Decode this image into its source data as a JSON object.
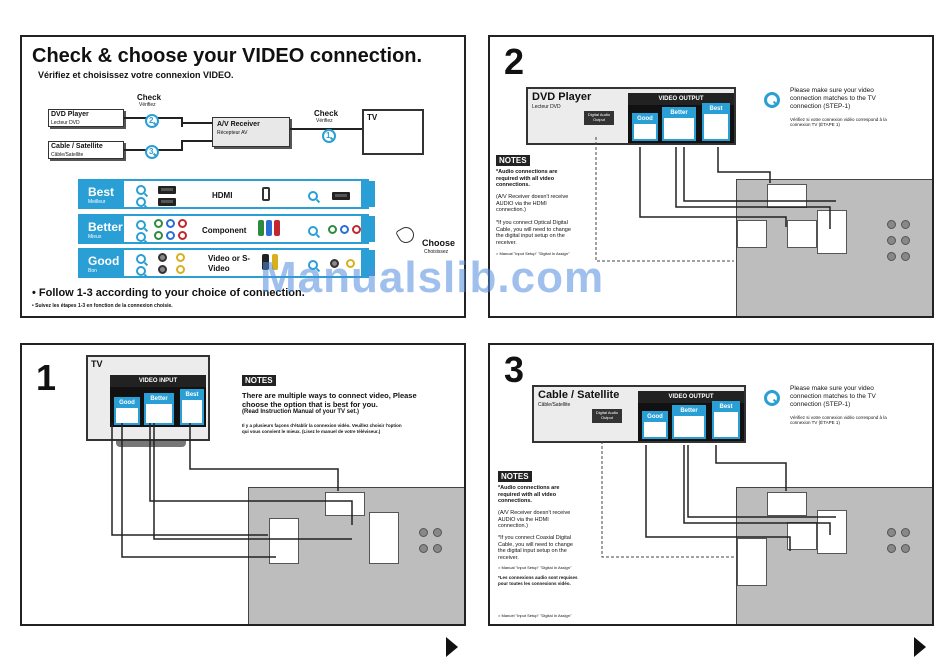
{
  "panel_a": {
    "title": "Check & choose your VIDEO connection.",
    "subtitle": "Vérifiez et choisissez votre connexion VIDEO.",
    "check_label": "Check",
    "check_fr": "Vérifiez",
    "check2_label": "Check",
    "check2_fr": "Vérifiez",
    "dvd_label": "DVD Player",
    "dvd_fr": "Lecteur DVD",
    "cable_label": "Cable / Satellite",
    "cable_fr": "Câble/Satellite",
    "receiver_label": "A/V Receiver",
    "receiver_fr": "Récepteur AV",
    "tv_label": "TV",
    "step1": "1",
    "step2": "2",
    "step3": "3",
    "tiers": [
      {
        "name": "Best",
        "fr": "Meilleur",
        "label": "HDMI"
      },
      {
        "name": "Better",
        "fr": "Mieux",
        "label": "Component"
      },
      {
        "name": "Good",
        "fr": "Bon",
        "label": "Video or S-Video"
      }
    ],
    "choose_label": "Choose",
    "choose_fr": "Choisissez",
    "follow_text": "• Follow 1-3 according to your choice of connection.",
    "follow_fr": "• Suivez les étapes 1-3 en fonction de la connexion choisie."
  },
  "panel_b": {
    "step": "2",
    "device": "DVD Player",
    "device_fr": "Lecteur DVD",
    "video_output": "VIDEO OUTPUT",
    "slot_good": "Good",
    "slot_better": "Better",
    "slot_best": "Best",
    "digital_audio": "Digital Audio Output",
    "info": "Please make sure your video connection matches to the TV connection (STEP-1)",
    "info_fr": "Vérifiez si votre connexion vidéo correspond à la connexion TV (ÉTAPE 1)",
    "notes": "NOTES",
    "note1": "*Audio connections are required with all video connections.",
    "note2": "(A/V Receiver doesn't receive AUDIO via the HDMI connection.)",
    "note3": "*If you connect Optical Digital Cable, you will need to change the digital input setup on the receiver.",
    "note4": "> Manual \"Input Setup\" \"Digital In Assign\""
  },
  "panel_c": {
    "step": "1",
    "tv": "TV",
    "video_input": "VIDEO INPUT",
    "slot_good": "Good",
    "slot_better": "Better",
    "slot_best": "Best",
    "notes": "NOTES",
    "note_bold": "There are multiple ways to connect video, Please choose the option that is best for you.",
    "note_bold2": "(Read Instruction Manual of your TV set.)",
    "note_fr": "Il y a plusieurs façons d'établir la connexion vidéo. Veuillez choisir l'option qui vous convient le mieux. (Lisez le manuel de votre téléviseur.)"
  },
  "panel_d": {
    "step": "3",
    "device": "Cable / Satellite",
    "device_fr": "Câble/Satellite",
    "video_output": "VIDEO OUTPUT",
    "slot_good": "Good",
    "slot_better": "Better",
    "slot_best": "Best",
    "digital_audio": "Digital Audio Output",
    "info": "Please make sure your video connection matches to the TV connection (STEP-1)",
    "info_fr": "Vérifiez si votre connexion vidéo correspond à la connexion TV (ÉTAPE 1)",
    "notes": "NOTES",
    "note1": "*Audio connections are required with all video connections.",
    "note2": "(A/V Receiver doesn't receive AUDIO via the HDMI connection.)",
    "note3": "*If you connect Coaxial Digital Cable, you will need to change the digital input setup on the receiver.",
    "note4": "> Manual \"Input Setup\" \"Digital In Assign\"",
    "note5": "*Les connexions audio sont requises pour toutes les connexions vidéo.",
    "note6": "> Manuel \"Input Setup\" \"Digital In Assign\""
  },
  "watermark": "Manualslib.com",
  "colors": {
    "accent": "#2a9fd6",
    "panel_border": "#222222",
    "receiver": "#bdbdbd"
  }
}
